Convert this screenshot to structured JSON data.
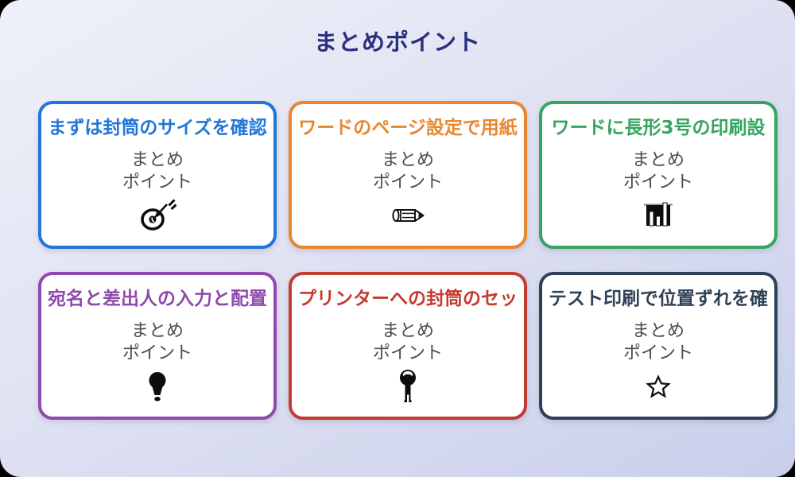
{
  "page": {
    "title": "まとめポイント",
    "title_color": "#2b2f80",
    "background_top": "#eef0f9",
    "background_bottom": "#c9cfeb"
  },
  "card_sub": {
    "line1": "まとめ",
    "line2": "ポイント"
  },
  "cards": [
    {
      "title": "まずは封筒のサイズを確認",
      "icon": "target-dart-icon",
      "color": "#2176d8"
    },
    {
      "title": "ワードのページ設定で用紙",
      "icon": "pencil-icon",
      "color": "#e8872e"
    },
    {
      "title": "ワードに長形3号の印刷設",
      "icon": "bar-chart-icon",
      "color": "#35a55f"
    },
    {
      "title": "宛名と差出人の入力と配置",
      "icon": "lightbulb-icon",
      "color": "#9049ae"
    },
    {
      "title": "プリンターへの封筒のセッ",
      "icon": "key-icon",
      "color": "#c43b30"
    },
    {
      "title": "テスト印刷で位置ずれを確",
      "icon": "star-icon",
      "color": "#2f4156"
    }
  ]
}
